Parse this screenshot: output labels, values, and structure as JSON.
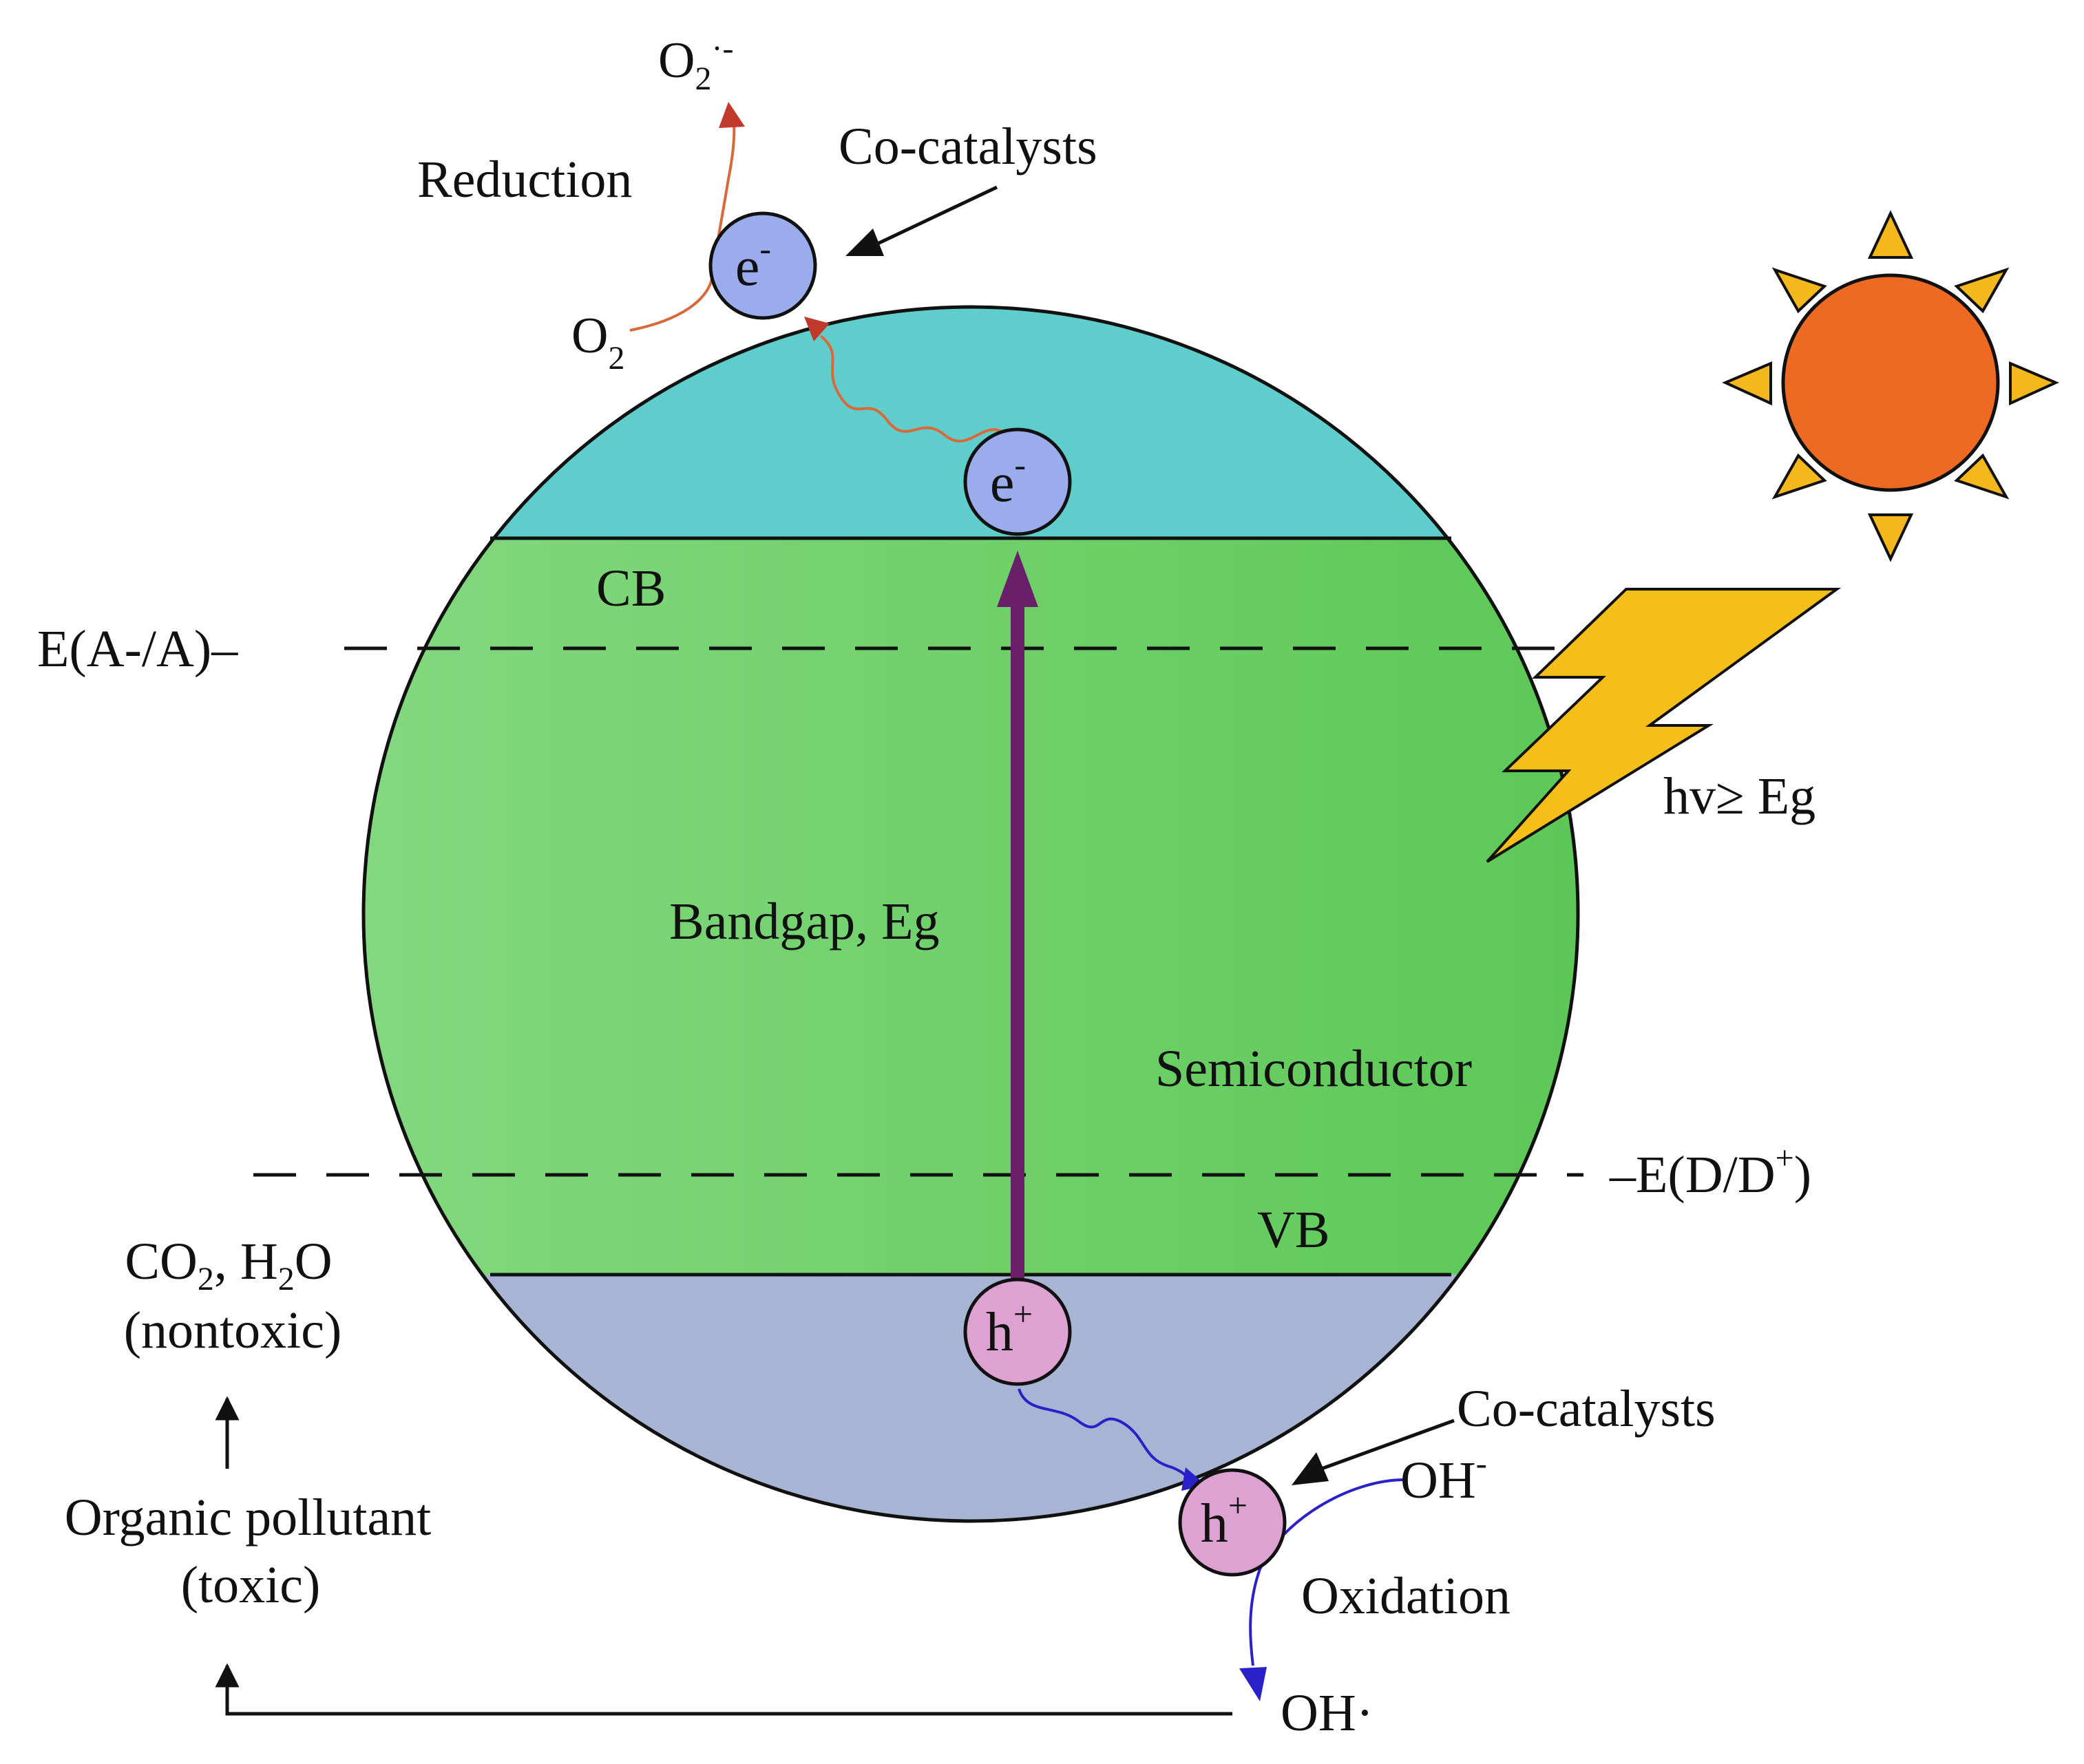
{
  "colors": {
    "conduction_band_region": "#5ecdcb",
    "band_gap_region_light": "#84d880",
    "band_gap_region_dark": "#5cc856",
    "valence_band_region": "#a8b4d4",
    "electron_fill": "#9aacec",
    "hole_fill": "#dea2d2",
    "excitation_arrow": "#6a1f6a",
    "reduction_path": "#d86a3a",
    "reduction_arrowhead": "#c0392b",
    "oxidation_path": "#2a21c8",
    "sun_body": "#ee6a22",
    "sun_rays": "#f4b81c",
    "lightning": "#f5be18"
  },
  "labels": {
    "o2_radical": "O",
    "o2_radical_sub": "2",
    "o2_radical_sup": "·-",
    "reduction": "Reduction",
    "cocatalysts_top": "Co-catalysts",
    "electron": "e",
    "electron_sup": "-",
    "o2": "O",
    "o2_sub": "2",
    "cb": "CB",
    "acceptor_potential": "E(A-/A)–",
    "photon_energy": "hv≥ Eg",
    "bandgap": "Bandgap, Eg",
    "semiconductor": "Semiconductor",
    "donor_potential": "–E(D/D",
    "donor_potential_sup": "+",
    "donor_potential_close": ")",
    "vb": "VB",
    "products_line1_a": "CO",
    "products_line1_sub1": "2",
    "products_line1_b": ", H",
    "products_line1_sub2": "2",
    "products_line1_c": "O",
    "products_line2": "(nontoxic)",
    "hole": "h",
    "hole_sup": "+",
    "cocatalysts_bottom": "Co-catalysts",
    "hydroxide": "OH",
    "hydroxide_sup": "-",
    "pollutant_line1": "Organic pollutant",
    "pollutant_line2": "(toxic)",
    "oxidation": "Oxidation",
    "hydroxyl_radical": "OH·"
  }
}
